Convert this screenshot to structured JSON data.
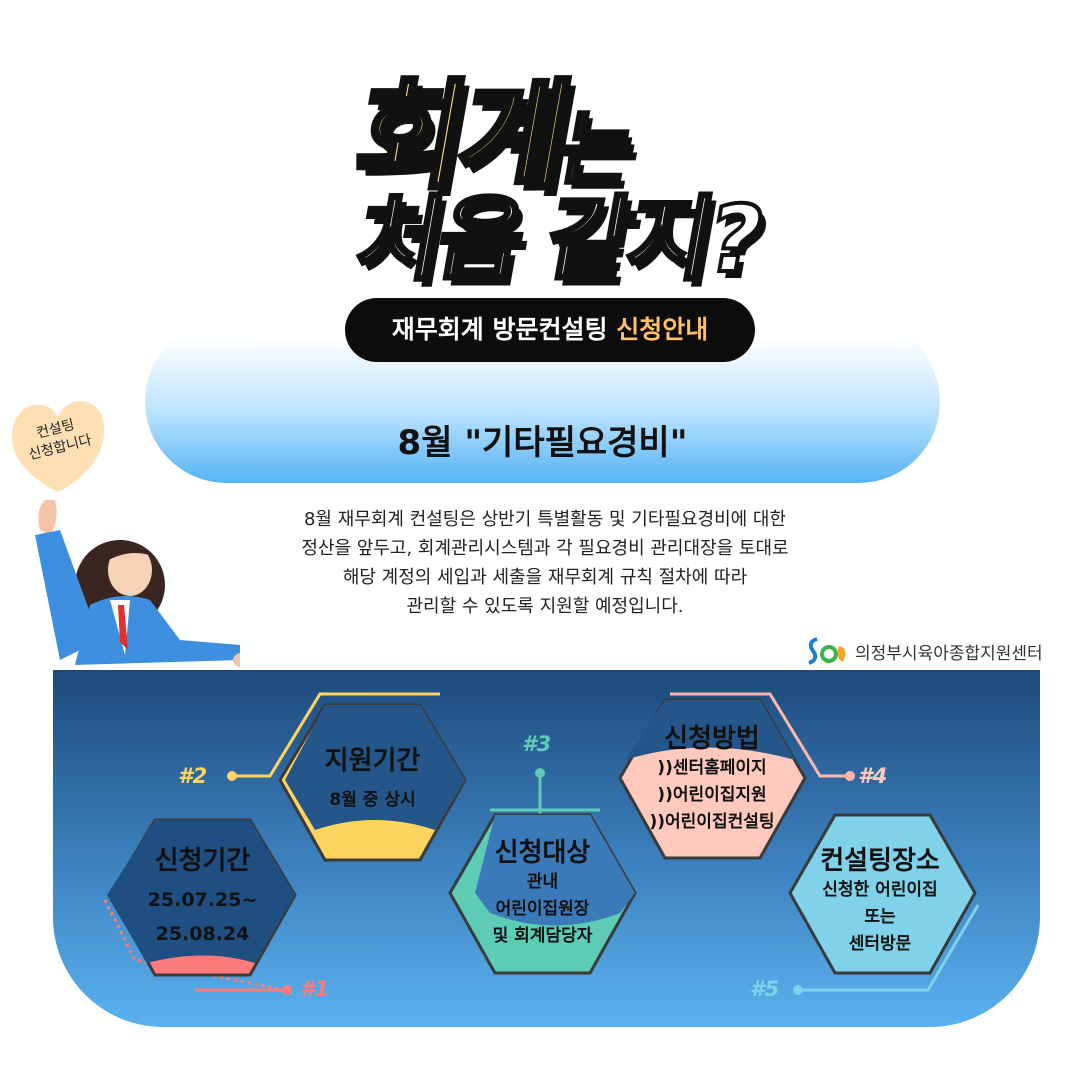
{
  "title": {
    "word1": "회계",
    "word2": "는",
    "line2": "처음 같지?"
  },
  "banner": {
    "main": "재무회계 방문컨설팅 ",
    "accent": "신청안내"
  },
  "subtitle": "8월 \"기타필요경비\"",
  "heart_text": [
    "컨설팅",
    "신청합니다"
  ],
  "body_lines": [
    "8월 재무회계 컨설팅은  상반기 특별활동 및 기타필요경비에 대한",
    "정산을 앞두고, 회계관리시스템과 각 필요경비 관리대장을 토대로",
    "해당 계정의 세입과 세출을  재무회계 규칙 절차에 따라",
    "관리할 수 있도록 지원할 예정입니다."
  ],
  "org_name": "의정부시육아종합지원센터",
  "steps": [
    {
      "tag": "#1",
      "title": "신청기간",
      "lines": [
        "25.07.25~",
        "25.08.24"
      ],
      "color": "#ff7b7b"
    },
    {
      "tag": "#2",
      "title": "지원기간",
      "lines": [
        "8월 중 상시"
      ],
      "color": "#ffd45e"
    },
    {
      "tag": "#3",
      "title": "신청대상",
      "lines": [
        "관내",
        "어린이집원장",
        "및 회계담당자"
      ],
      "color": "#5ccdb4"
    },
    {
      "tag": "#4",
      "title": "신청방법",
      "lines": [
        "))센터홈페이지",
        "))어린이집지원",
        "))어린이집컨설팅"
      ],
      "color": "#ffcabd"
    },
    {
      "tag": "#5",
      "title": "컨설팅장소",
      "lines": [
        "신청한 어린이집",
        "또는",
        "센터방문"
      ],
      "color": "#7fd2ea"
    }
  ]
}
